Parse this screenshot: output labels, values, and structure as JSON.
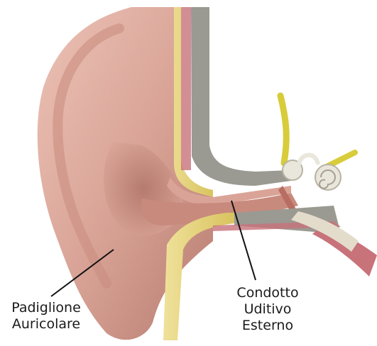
{
  "labels": {
    "pinna": {
      "lines": [
        "Padiglione",
        "Auricolare"
      ]
    },
    "ear_canal": {
      "lines": [
        "Condotto",
        "Uditivo",
        "Esterno"
      ]
    }
  },
  "colors": {
    "background": "#ffffff",
    "skin": "#d9a497",
    "skin_shadow": "#b77c70",
    "skin_highlight": "#ecc2b6",
    "cartilage_yellow": "#e6d27a",
    "bone_gray": "#9a9a92",
    "membrane_pink": "#c8727a",
    "nerve_yellow": "#d8cc3a",
    "ossicle_white": "#e9e6dc",
    "label_text": "#1a1a1a",
    "leader_line": "#111111"
  },
  "icons": [
    "anatomical-ear-illustration"
  ]
}
